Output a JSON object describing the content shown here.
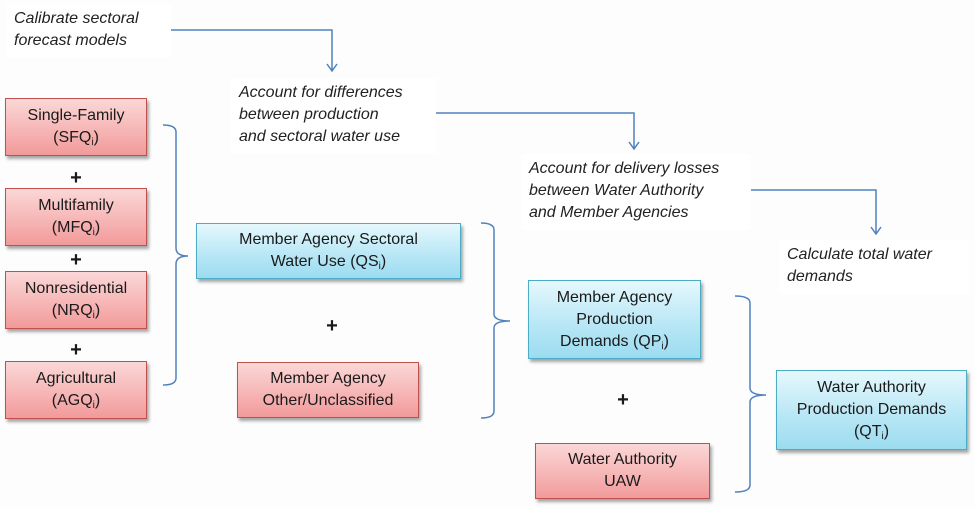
{
  "notes": [
    {
      "id": "calibrate",
      "lines": [
        "Calibrate sectoral",
        "forecast models"
      ]
    },
    {
      "id": "differences",
      "lines": [
        "Account for differences",
        "between production",
        "and sectoral water use"
      ]
    },
    {
      "id": "losses",
      "lines": [
        "Account for delivery losses",
        "between Water Authority",
        "and Member Agencies"
      ]
    },
    {
      "id": "total",
      "lines": [
        "Calculate total water",
        "demands"
      ]
    }
  ],
  "sectors": [
    {
      "label": "Single-Family",
      "code": "SFQ",
      "sub": "i"
    },
    {
      "label": "Multifamily",
      "code": "MFQ",
      "sub": "i"
    },
    {
      "label": "Nonresidential",
      "code": "NRQ",
      "sub": "i"
    },
    {
      "label": "Agricultural",
      "code": "AGQ",
      "sub": "i"
    }
  ],
  "sectoral_use": {
    "line1": "Member Agency Sectoral",
    "line2_prefix": "Water Use (QS",
    "sub": "i",
    "line2_suffix": ")"
  },
  "other": {
    "line1": "Member Agency",
    "line2": "Other/Unclassified"
  },
  "production": {
    "line1": "Member Agency",
    "line2": "Production",
    "line3_prefix": "Demands (QP",
    "sub": "i",
    "line3_suffix": ")"
  },
  "uaw": {
    "line1": "Water Authority",
    "line2": "UAW"
  },
  "total_demands": {
    "line1": "Water Authority",
    "line2": "Production Demands",
    "line3_prefix": "(QT",
    "sub": "i",
    "line3_suffix": ")"
  },
  "operator": "+",
  "colors": {
    "arrow": "#4f81bd",
    "red_border": "#c0504d",
    "blue_border": "#4bacc6"
  }
}
